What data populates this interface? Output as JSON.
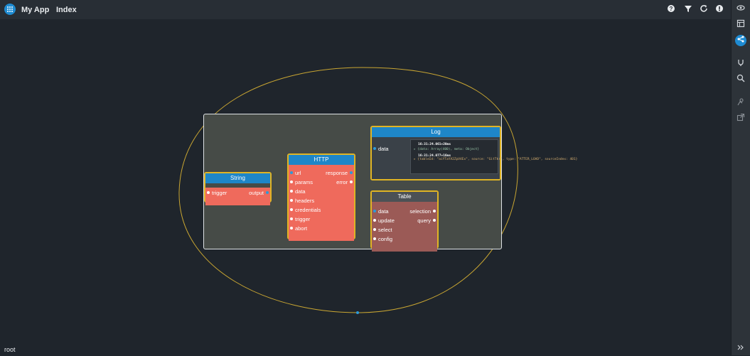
{
  "topbar": {
    "app_title": "My App",
    "page_link": "Index",
    "icons": [
      "help-icon",
      "filter-icon",
      "refresh-icon",
      "info-icon"
    ]
  },
  "sidebar": {
    "icons": [
      "eye-icon",
      "layout-icon",
      "share-graph-icon",
      "plugin-icon",
      "search-icon",
      "debug-icon",
      "external-link-icon",
      "collapse-icon"
    ]
  },
  "canvas": {
    "root_label": "root"
  },
  "nodes": {
    "string": {
      "title": "String",
      "input": "trigger",
      "output": "output"
    },
    "http": {
      "title": "HTTP",
      "inputs": [
        "url",
        "params",
        "data",
        "headers",
        "credentials",
        "trigger",
        "abort"
      ],
      "outputs": [
        "response",
        "error"
      ]
    },
    "log": {
      "title": "Log",
      "input": "data",
      "entries": [
        {
          "time": "16:31:24.061+20ms",
          "line": "▸ {data: Array(400), meta: Object}"
        },
        {
          "time": "16:31:24.077+16ms",
          "line": "▸ {tableId: \"aiYTaYA2ZpV4Ex\", source: \"GitTkr\", type: \"ATTER_LOAD\", sourceIndex: 401}"
        }
      ]
    },
    "table": {
      "title": "Table",
      "inputs": [
        "data",
        "update",
        "select",
        "config"
      ],
      "outputs": [
        "selection",
        "query"
      ]
    }
  },
  "colors": {
    "accent": "#1e8bd2",
    "node_border": "#e0b424",
    "node_body": "#ef6a5c",
    "canvas_bg": "#1f252c"
  }
}
